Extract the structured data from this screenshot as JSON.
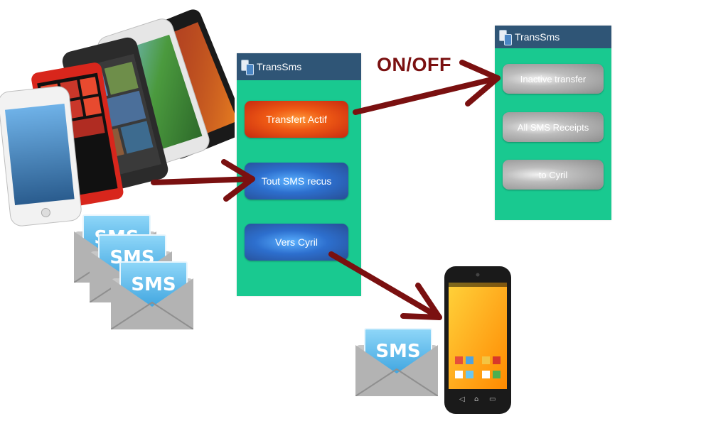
{
  "app_left": {
    "title": "TransSms",
    "buttons": [
      "Transfert Actif",
      "Tout SMS recus",
      "Vers Cyril"
    ]
  },
  "app_right": {
    "title": "TransSms",
    "buttons": [
      "Inactive transfer",
      "All SMS Receipts",
      "to Cyril"
    ]
  },
  "label_onoff": "ON/OFF",
  "sms_label": "SMS",
  "colors": {
    "panel": "#19c990",
    "header": "#2f5576",
    "arrow": "#7a1010"
  }
}
